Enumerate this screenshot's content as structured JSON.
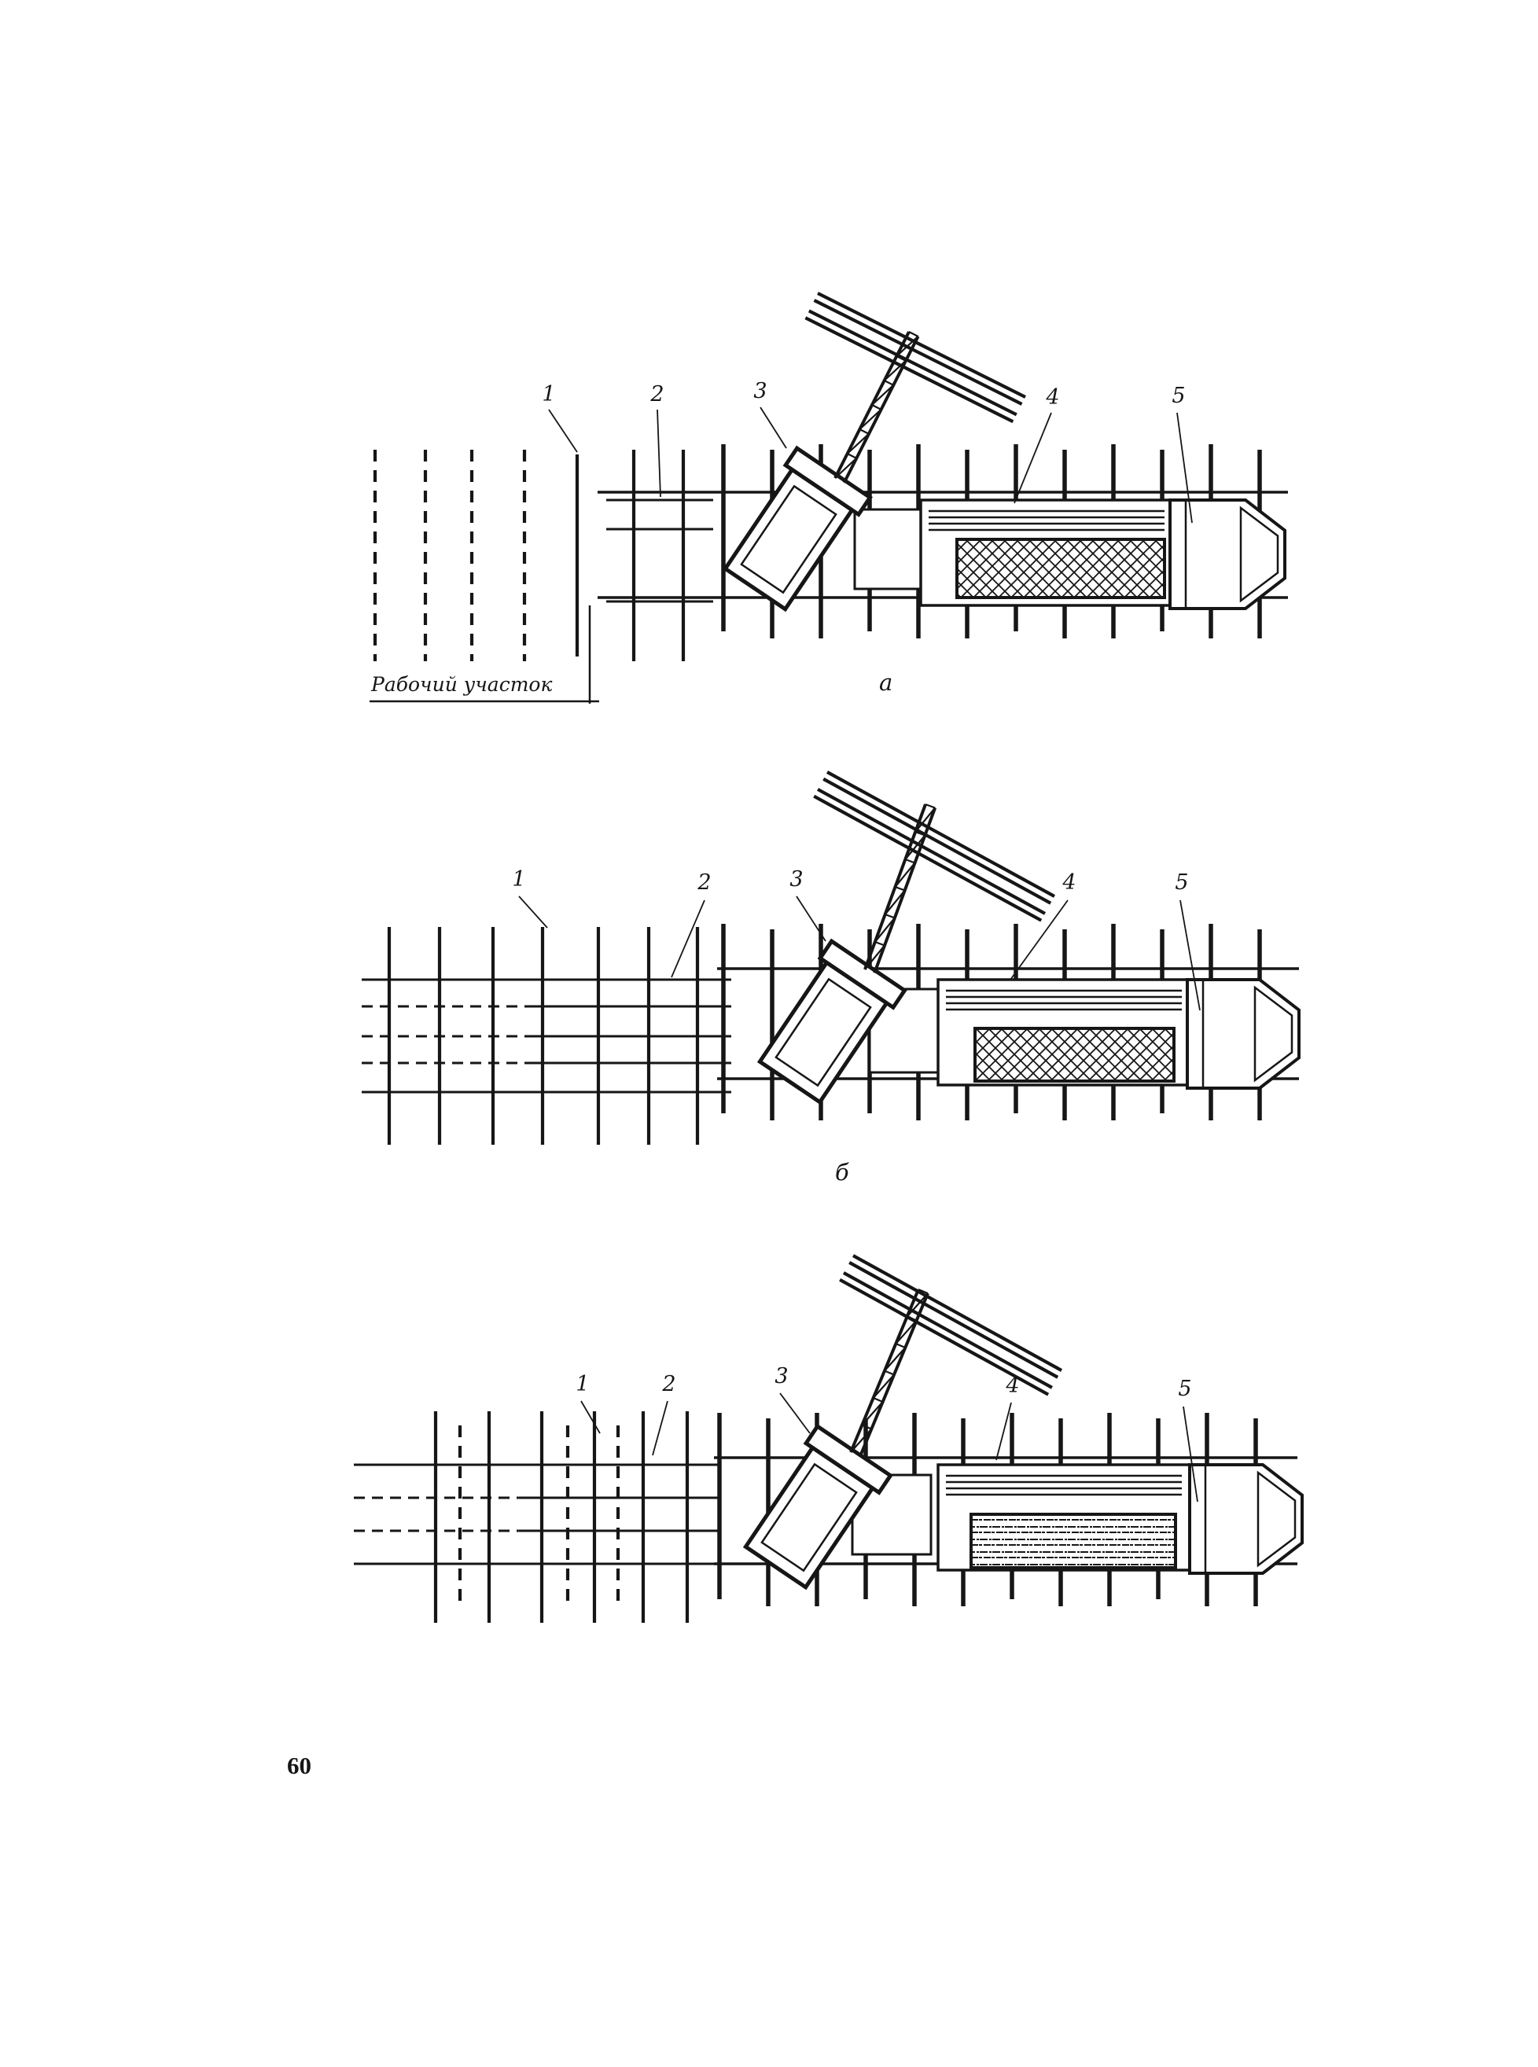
{
  "page": {
    "number": "60"
  },
  "figures": [
    {
      "letter": "а",
      "note": "Рабочий участок",
      "callouts": [
        "1",
        "2",
        "3",
        "4",
        "5"
      ]
    },
    {
      "letter": "б",
      "note": "",
      "callouts": [
        "1",
        "2",
        "3",
        "4",
        "5"
      ]
    },
    {
      "letter": "",
      "note": "",
      "callouts": [
        "1",
        "2",
        "3",
        "4",
        "5"
      ]
    }
  ]
}
